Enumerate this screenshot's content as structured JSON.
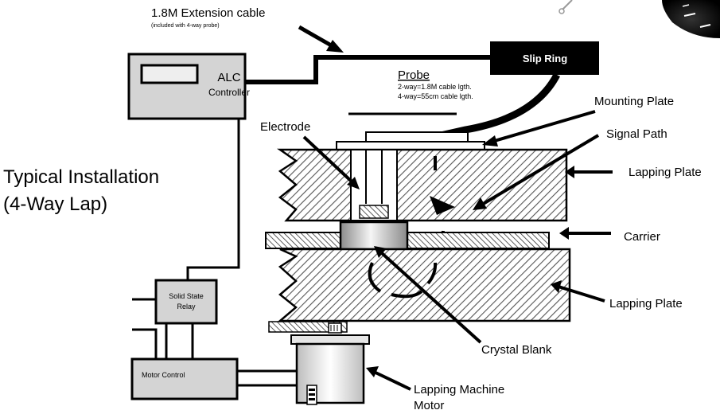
{
  "labels": {
    "extension_cable": "1.8M Extension cable",
    "extension_note": "(included with 4-way probe)",
    "alc": "ALC",
    "controller": "Controller",
    "slip_ring": "Slip Ring",
    "probe": "Probe",
    "probe_note_1": "2-way=1.8M cable lgth.",
    "probe_note_2": "4-way=55cm cable lgth.",
    "mounting_plate": "Mounting Plate",
    "electrode": "Electrode",
    "signal_path": "Signal Path",
    "lapping_plate_top": "Lapping Plate",
    "carrier": "Carrier",
    "lapping_plate_bottom": "Lapping Plate",
    "title_line1": "Typical Installation",
    "title_line2": "(4-Way Lap)",
    "solid_state_1": "Solid State",
    "solid_state_2": "Relay",
    "motor_control": "Motor Control",
    "crystal_blank": "Crystal Blank",
    "lapping_motor_1": "Lapping Machine",
    "lapping_motor_2": "Motor"
  },
  "colors": {
    "box_fill": "#d4d4d4",
    "slip_ring_fill": "#000000",
    "hatch_line": "#555555",
    "motor_fill": "#e6e6e6"
  }
}
